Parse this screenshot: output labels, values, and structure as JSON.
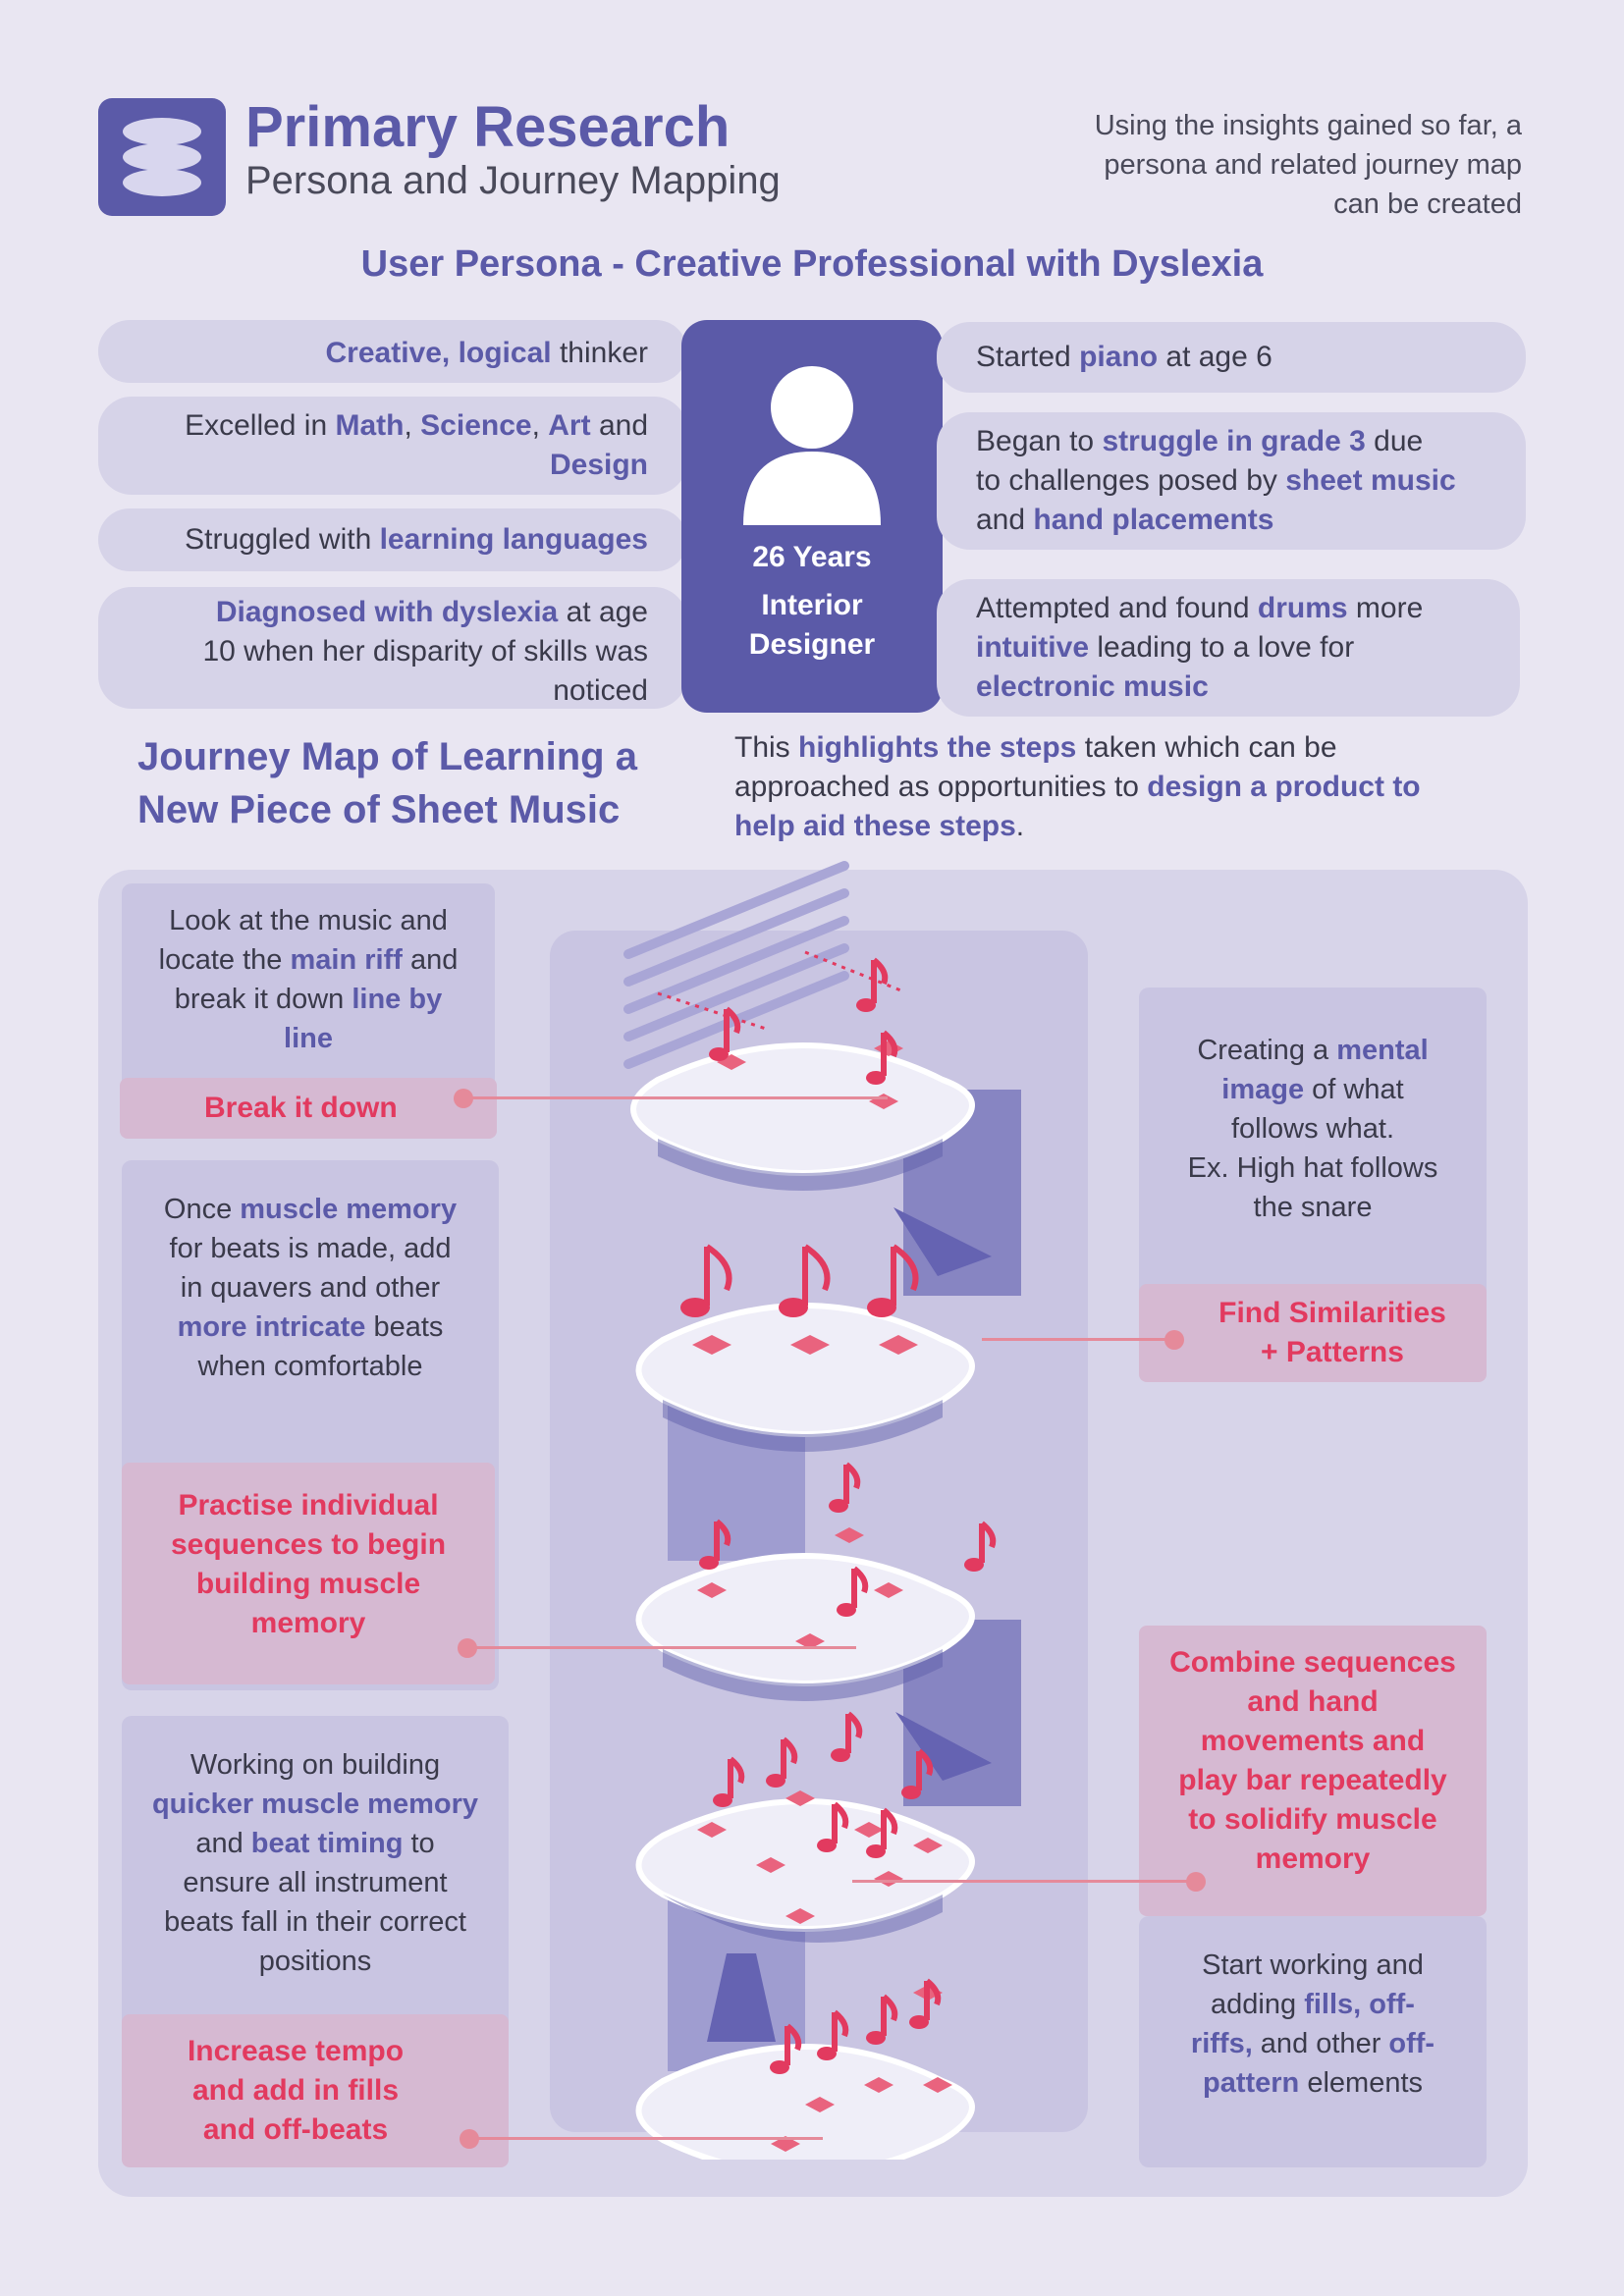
{
  "header": {
    "title": "Primary Research",
    "subtitle": "Persona and Journey Mapping",
    "intro": [
      "Using the insights gained so far, a",
      "persona and related journey map",
      "can be created"
    ],
    "logo_icon": "stacked-layers-icon"
  },
  "persona": {
    "heading": "User Persona - Creative Professional with Dyslexia",
    "card": {
      "age": "26 Years",
      "role_line1": "Interior",
      "role_line2": "Designer",
      "icon": "user-icon"
    },
    "left": {
      "p1": {
        "a": "Creative, logical",
        "b": " thinker"
      },
      "p2": {
        "a": "Excelled in ",
        "b": "Math",
        "c": ", ",
        "d": "Science",
        "e": ", ",
        "f": "Art",
        "g": " and",
        "h": "Design"
      },
      "p3": {
        "a": "Struggled with ",
        "b": "learning languages"
      },
      "p4": {
        "a": "Diagnosed with dyslexia",
        "b": " at age",
        "c": "10 when her disparity of skills was",
        "d": "noticed"
      }
    },
    "right": {
      "p1": {
        "a": "Started ",
        "b": "piano",
        "c": " at age 6"
      },
      "p2": {
        "a": "Began to ",
        "b": "struggle in grade 3",
        "c": " due",
        "d": "to challenges posed by ",
        "e": "sheet music",
        "f": "and ",
        "g": "hand placements"
      },
      "p3": {
        "a": "Attempted and found ",
        "b": "drums",
        "c": " more",
        "d": "intuitive",
        "e": " leading to a love for",
        "f": "electronic music"
      }
    }
  },
  "journey": {
    "heading_line1": "Journey Map of Learning a",
    "heading_line2": "New Piece of Sheet Music",
    "desc": {
      "a": "This ",
      "b": "highlights the steps",
      "c": " taken which can be",
      "d": "approached as opportunities to ",
      "e": "design a product to",
      "f": "help aid these steps",
      "g": "."
    },
    "b1": {
      "a": "Look at the music and",
      "b": "locate the ",
      "c": "main riff",
      "d": " and",
      "e": "break it down ",
      "f": "line by",
      "g": "line"
    },
    "s1": "Break it down",
    "b2": {
      "a": "Once ",
      "b": "muscle memory",
      "c": "for beats is made, add",
      "d": "in quavers and other",
      "e": "more intricate",
      "f": " beats",
      "g": "when comfortable"
    },
    "s2": [
      "Practise individual",
      "sequences to begin",
      "building muscle",
      "memory"
    ],
    "b3": {
      "a": "Working on building",
      "b": "quicker muscle memory",
      "c": "and ",
      "d": "beat timing",
      "e": " to",
      "f": "ensure all instrument",
      "g": "beats fall in their correct",
      "h": "positions"
    },
    "s3": [
      "Increase tempo",
      "and add in fills",
      "and off-beats"
    ],
    "r1": {
      "a": "Creating a ",
      "b": "mental",
      "c": "image",
      "d": " of what",
      "e": "follows what.",
      "f": "Ex. High hat follows",
      "g": "the snare"
    },
    "rs1": [
      "Find Similarities",
      "+ Patterns"
    ],
    "rs2": [
      "Combine sequences",
      "and hand",
      "movements and",
      "play bar repeatedly",
      "to solidify muscle",
      "memory"
    ],
    "r2": {
      "a": "Start working and",
      "b": "adding ",
      "c": "fills, off-",
      "d": "riffs,",
      "e": " and other ",
      "f": "off-",
      "g": "pattern",
      "h": " elements"
    }
  },
  "colors": {
    "accent": "#5b5aa8",
    "pink": "#e23a5f",
    "bg": "#e9e6f2"
  }
}
